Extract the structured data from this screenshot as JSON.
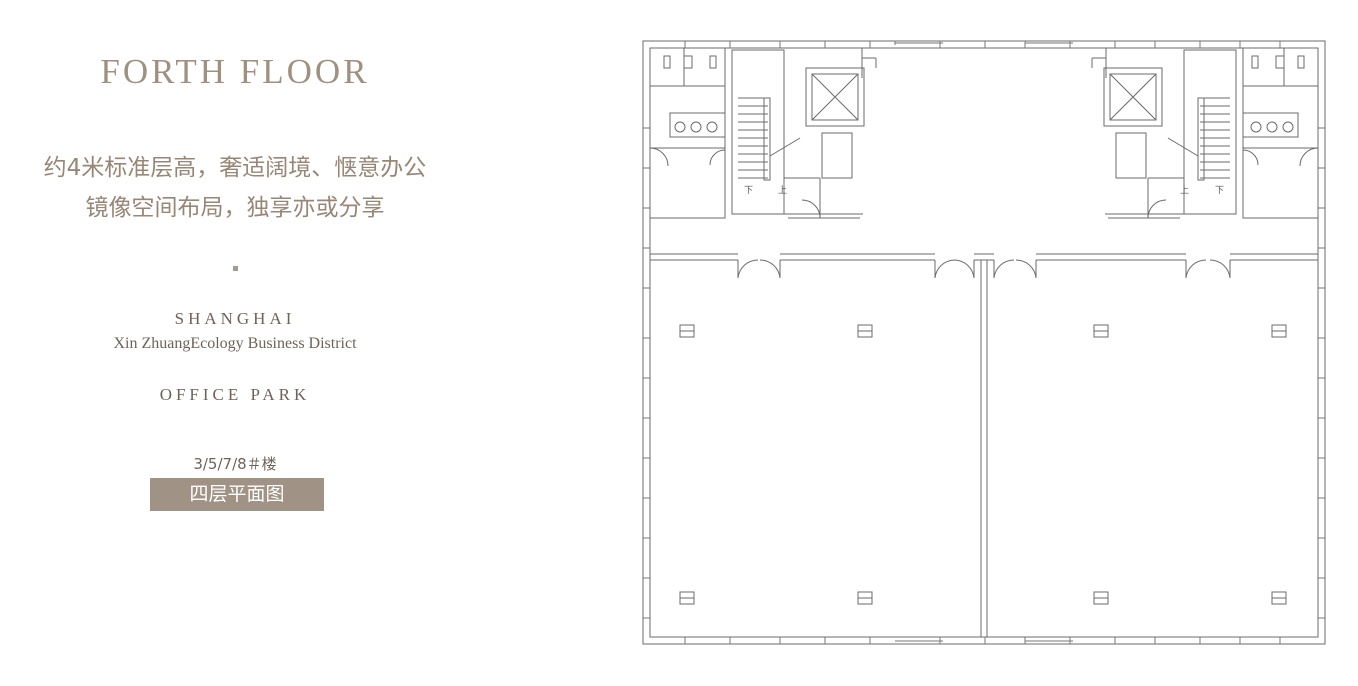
{
  "header": {
    "title": "FORTH FLOOR",
    "slogan_line1": "约4米标准层高，奢适阔境、惬意办公",
    "slogan_line2": "镜像空间布局，独享亦或分享"
  },
  "project": {
    "city": "SHANGHAI",
    "district": "Xin ZhuangEcology Business District",
    "park": "OFFICE PARK",
    "buildings": "3/5/7/8＃楼",
    "floor_badge": "四层平面图"
  },
  "floorplan": {
    "stair_labels": [
      "下",
      "上",
      "上",
      "下"
    ]
  },
  "colors": {
    "title": "#a09080",
    "badge_bg": "#a09284",
    "text": "#6f6359",
    "plan_line": "#6b6b6b"
  }
}
